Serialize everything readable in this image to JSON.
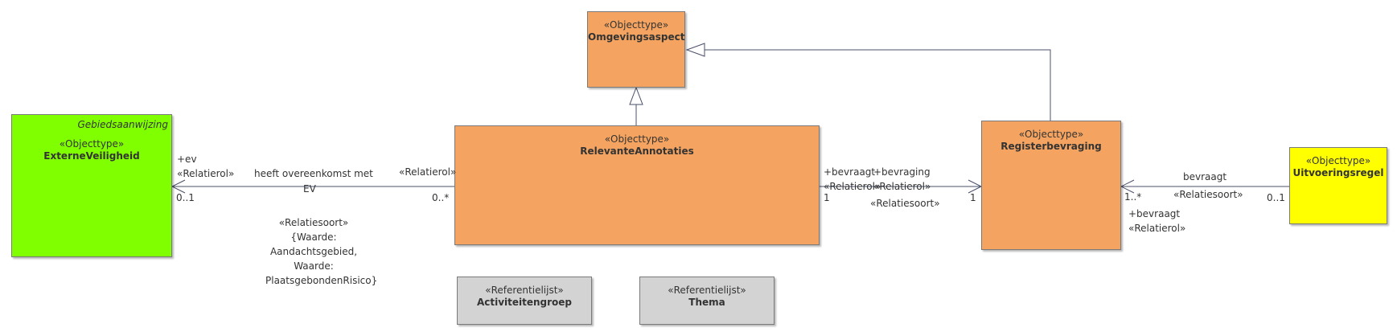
{
  "colors": {
    "objecttype": "#f4a460",
    "green": "#80ff00",
    "yellow": "#ffff00",
    "referentielijst": "#d3d3d3",
    "line": "#4a4f6a"
  },
  "classes": {
    "omgevingsaspect": {
      "stereotype": "«Objecttype»",
      "name": "Omgevingsaspect"
    },
    "relevante_annotaties": {
      "stereotype": "«Objecttype»",
      "name": "RelevanteAnnotaties"
    },
    "registerbevraging": {
      "stereotype": "«Objecttype»",
      "name": "Registerbevraging"
    },
    "externe_veiligheid": {
      "tag": "Gebiedsaanwijzing",
      "stereotype": "«Objecttype»",
      "name": "ExterneVeiligheid"
    },
    "uitvoeringsregel": {
      "stereotype": "«Objecttype»",
      "name": "Uitvoeringsregel"
    },
    "activiteitengroep": {
      "stereotype": "«Referentielijst»",
      "name": "Activiteitengroep"
    },
    "thema": {
      "stereotype": "«Referentielijst»",
      "name": "Thema"
    }
  },
  "assoc_ev": {
    "target_role": "+ev",
    "target_role_stereotype": "«Relatierol»",
    "target_multiplicity": "0..1",
    "name": "heeft overeenkomst met",
    "alias": "EV",
    "source_role_stereotype": "«Relatierol»",
    "source_multiplicity": "0..*",
    "stereotype": "«Relatiesoort»",
    "constraint_lines": [
      "{Waarde:",
      "Aandachtsgebied,",
      "Waarde:",
      "PlaatsgebondenRisico}"
    ]
  },
  "assoc_bevraging": {
    "source_role": "+bevraagt",
    "source_role_stereotype": "«Relatierol»",
    "source_multiplicity": "1",
    "target_role": "+bevraging",
    "target_role_stereotype": "«Relatierol»",
    "target_multiplicity": "1",
    "stereotype": "«Relatiesoort»"
  },
  "assoc_bevraagt": {
    "name": "bevraagt",
    "stereotype": "«Relatiesoort»",
    "target_multiplicity": "1..*",
    "source_multiplicity": "0..1",
    "target_role": "+bevraagt",
    "target_role_stereotype": "«Relatierol»"
  }
}
